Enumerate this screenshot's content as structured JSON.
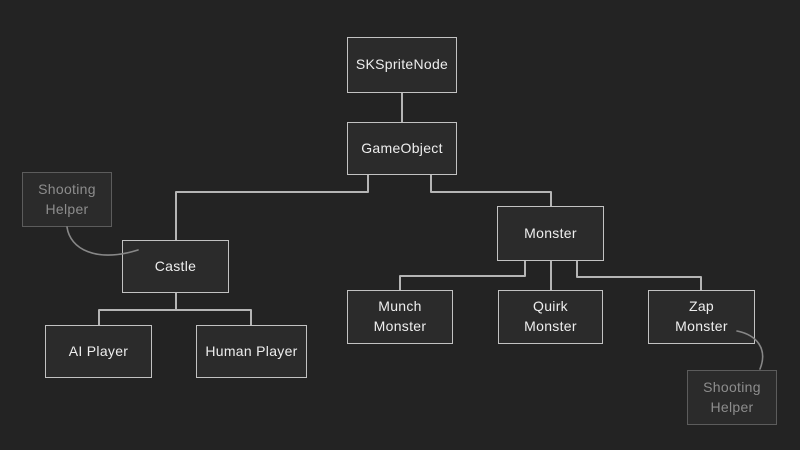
{
  "canvas": {
    "background_color": "#232323",
    "node_fill_color": "#2b2b2b",
    "node_border_color": "#c2c2c2",
    "node_text_color": "#eeeeee",
    "helper_border_color": "#5c5c5c",
    "helper_text_color": "#8d8d8d",
    "connector_color": "#b5b5b5",
    "curve_color": "#878787"
  },
  "nodes": {
    "skspritenode": {
      "label": "SKSpriteNode"
    },
    "gameobject": {
      "label": "GameObject"
    },
    "castle": {
      "label": "Castle"
    },
    "monster": {
      "label": "Monster"
    },
    "ai_player": {
      "label": "AI Player"
    },
    "human_player": {
      "label": "Human Player"
    },
    "munch_monster": {
      "label": "Munch\nMonster"
    },
    "quirk_monster": {
      "label": "Quirk\nMonster"
    },
    "zap_monster": {
      "label": "Zap\nMonster"
    },
    "shooting_helper_left": {
      "label": "Shooting\nHelper"
    },
    "shooting_helper_right": {
      "label": "Shooting\nHelper"
    }
  },
  "edges": [
    {
      "from": "SKSpriteNode",
      "to": "GameObject",
      "style": "orthogonal"
    },
    {
      "from": "GameObject",
      "to": "Castle",
      "style": "orthogonal"
    },
    {
      "from": "GameObject",
      "to": "Monster",
      "style": "orthogonal"
    },
    {
      "from": "Castle",
      "to": "AI Player",
      "style": "orthogonal"
    },
    {
      "from": "Castle",
      "to": "Human Player",
      "style": "orthogonal"
    },
    {
      "from": "Monster",
      "to": "Munch Monster",
      "style": "orthogonal"
    },
    {
      "from": "Monster",
      "to": "Quirk Monster",
      "style": "orthogonal"
    },
    {
      "from": "Monster",
      "to": "Zap Monster",
      "style": "orthogonal"
    },
    {
      "from": "Shooting Helper (left)",
      "to": "Castle",
      "style": "curved"
    },
    {
      "from": "Zap Monster",
      "to": "Shooting Helper (right)",
      "style": "curved"
    }
  ]
}
